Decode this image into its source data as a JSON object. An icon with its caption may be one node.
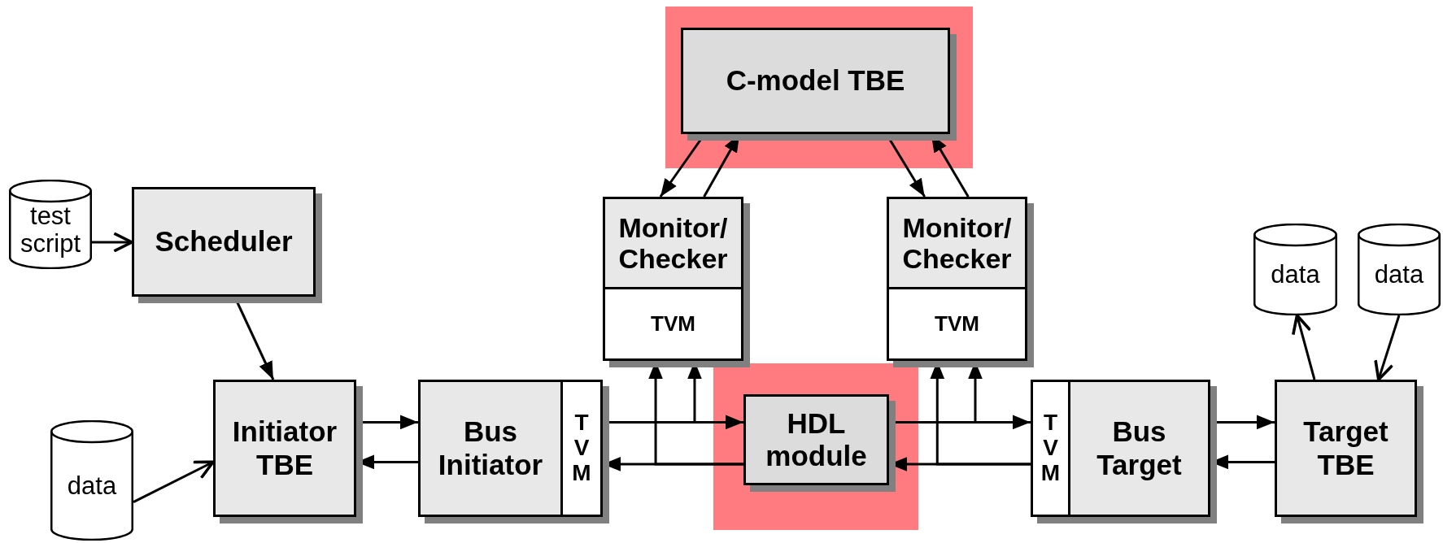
{
  "diagram": {
    "nodes": [
      {
        "text": [
          "C-model TBE"
        ]
      },
      {
        "text": [
          "test script"
        ]
      },
      {
        "text": [
          "Scheduler"
        ]
      },
      {
        "text": [
          "Monitor/ Checker",
          "TVM"
        ]
      },
      {
        "text": [
          "Monitor/ Checker",
          "TVM"
        ]
      },
      {
        "text": [
          "data"
        ]
      },
      {
        "text": [
          "data"
        ]
      },
      {
        "text": [
          "Initiator TBE"
        ]
      },
      {
        "text": [
          "Bus Initiator",
          "TVM"
        ]
      },
      {
        "text": [
          "HDL module"
        ]
      },
      {
        "text": [
          "TVM",
          "Bus Target"
        ]
      },
      {
        "text": [
          "Target TBE"
        ]
      },
      {
        "text": [
          "data"
        ]
      }
    ],
    "edges": [
      {
        "from": 1,
        "to": 2,
        "arrow": "to"
      },
      {
        "from": 2,
        "to": 7,
        "arrow": "to"
      },
      {
        "from": 12,
        "to": 7,
        "arrow": "to"
      },
      {
        "from": 7,
        "to": 8,
        "arrow": "to"
      },
      {
        "from": 8,
        "to": 7,
        "arrow": "to"
      },
      {
        "from": 0,
        "to": 3,
        "arrow": "to"
      },
      {
        "from": 3,
        "to": 0,
        "arrow": "to"
      },
      {
        "from": 0,
        "to": 4,
        "arrow": "to"
      },
      {
        "from": 4,
        "to": 0,
        "arrow": "to"
      },
      {
        "from": 8,
        "to": 9,
        "arrow": "to"
      },
      {
        "from": 8,
        "to": 3,
        "arrow": "to"
      },
      {
        "from": 9,
        "to": 8,
        "arrow": "to"
      },
      {
        "from": 9,
        "to": 3,
        "arrow": "to"
      },
      {
        "from": 9,
        "to": 10,
        "arrow": "to"
      },
      {
        "from": 9,
        "to": 4,
        "arrow": "to"
      },
      {
        "from": 10,
        "to": 9,
        "arrow": "to"
      },
      {
        "from": 10,
        "to": 4,
        "arrow": "to"
      },
      {
        "from": 10,
        "to": 11,
        "arrow": "to"
      },
      {
        "from": 11,
        "to": 10,
        "arrow": "to"
      },
      {
        "from": 11,
        "to": 5,
        "arrow": "to"
      },
      {
        "from": 6,
        "to": 11,
        "arrow": "to"
      }
    ]
  }
}
